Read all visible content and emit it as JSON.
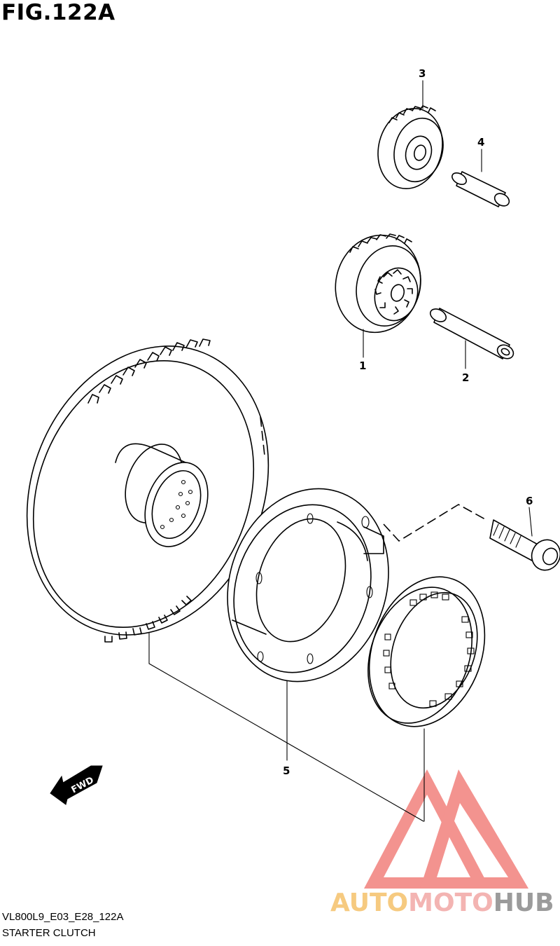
{
  "figure": {
    "title": "FIG.122A",
    "code": "VL800L9_E03_E28_122A",
    "name": "STARTER CLUTCH"
  },
  "parts": {
    "p1": "1",
    "p2": "2",
    "p3": "3",
    "p4": "4",
    "p5": "5",
    "p6": "6"
  },
  "direction_label": "FWD",
  "watermark": {
    "word_a": "AUTO",
    "word_b": "MOTO",
    "word_c": "HUB",
    "color_a": "#f5c16b",
    "color_b": "#f2a7a5",
    "color_c": "#8a8a8a",
    "logo_color": "#ef6f6a"
  }
}
